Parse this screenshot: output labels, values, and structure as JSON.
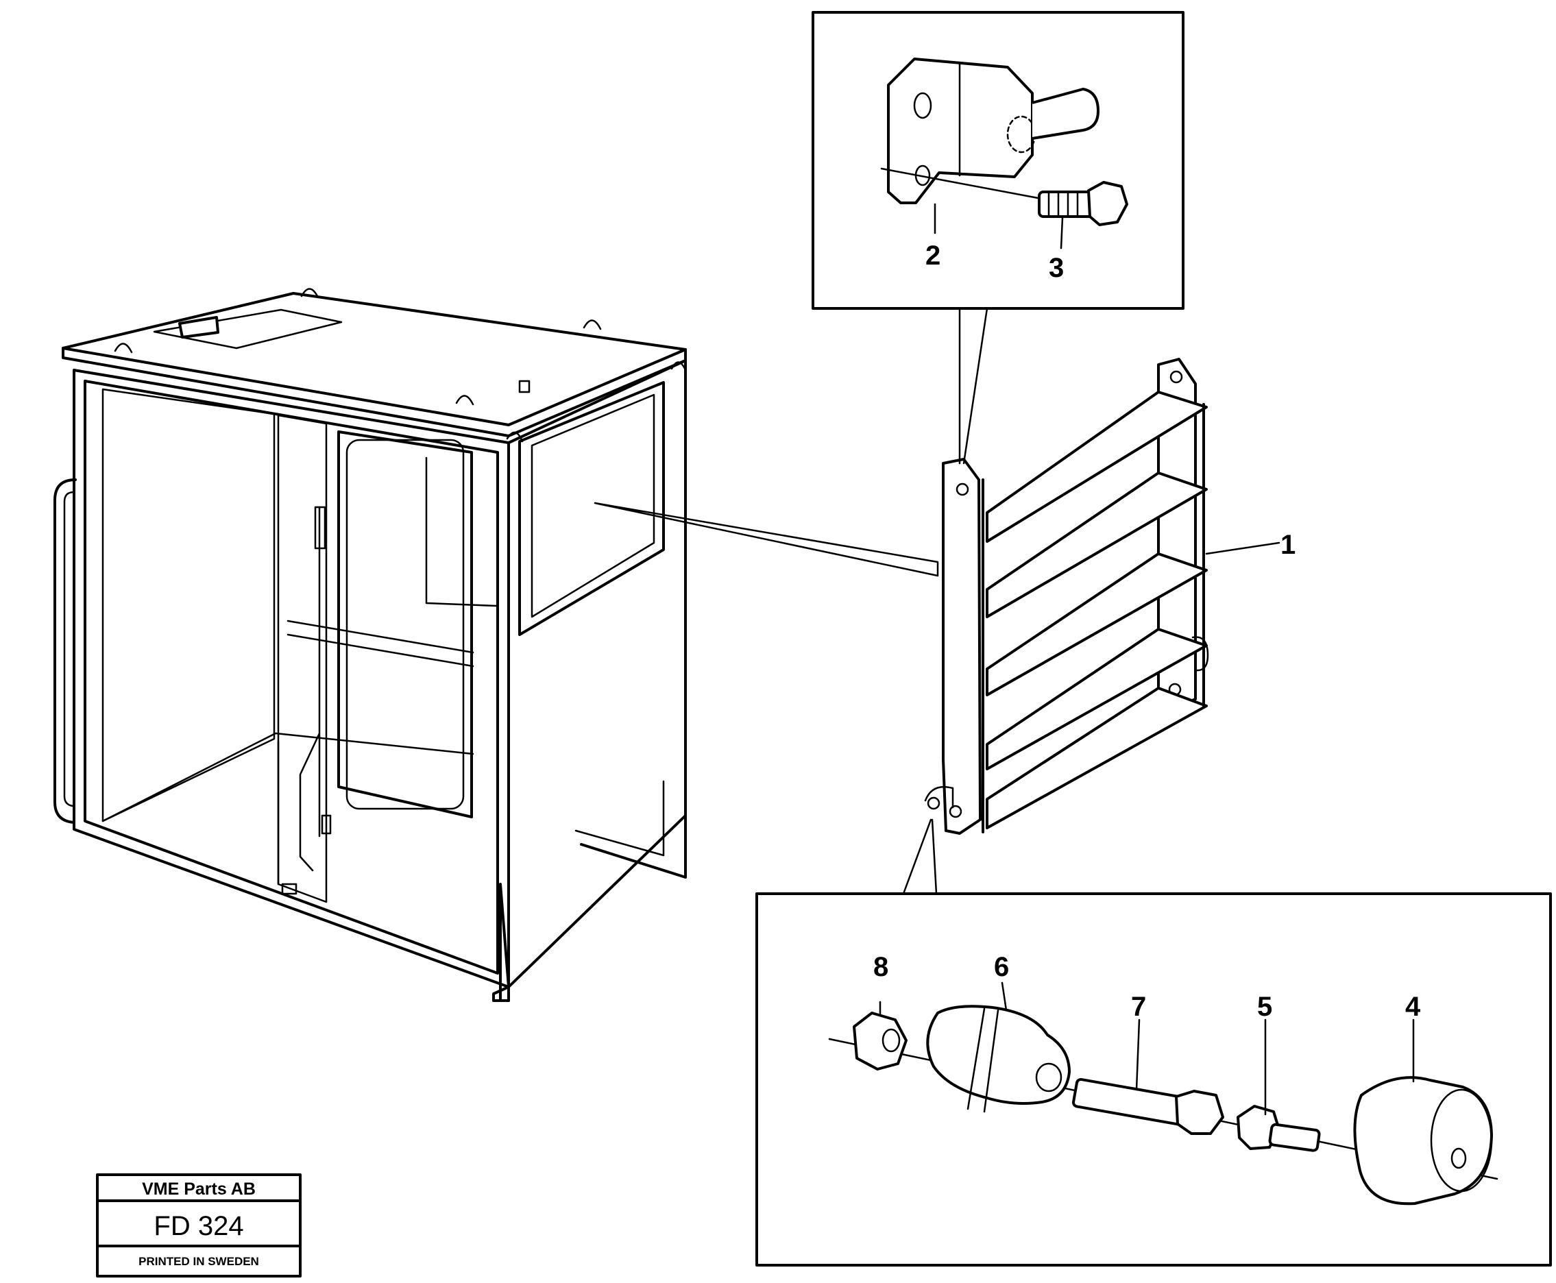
{
  "title_block": {
    "company": "VME Parts AB",
    "code": "FD 324",
    "footer": "PRINTED IN SWEDEN"
  },
  "callouts": {
    "c1": "1",
    "c2": "2",
    "c3": "3",
    "c4": "4",
    "c5": "5",
    "c6": "6",
    "c7": "7",
    "c8": "8"
  }
}
